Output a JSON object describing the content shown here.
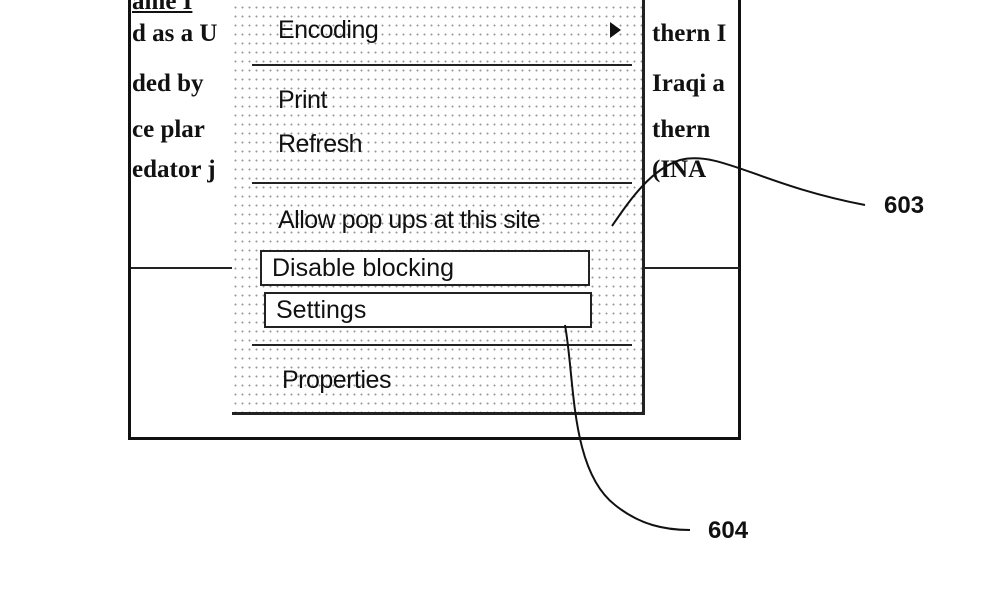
{
  "background_document": {
    "left_fragments": [
      "ame I",
      "d as a U",
      "ded by",
      "ce plar",
      "edator j"
    ],
    "right_fragments": [
      "thern I",
      "Iraqi a",
      "thern",
      "(INA"
    ]
  },
  "context_menu": {
    "items": [
      {
        "label": "Encoding",
        "has_submenu": true
      },
      {
        "label": "Print"
      },
      {
        "label": "Refresh"
      },
      {
        "label": "Allow pop ups at this site"
      },
      {
        "label": "Disable blocking",
        "boxed": true
      },
      {
        "label": "Settings",
        "boxed": true
      },
      {
        "label": "Properties"
      }
    ],
    "submenu_icon": "triangle-right-icon"
  },
  "callouts": [
    "603",
    "604"
  ]
}
